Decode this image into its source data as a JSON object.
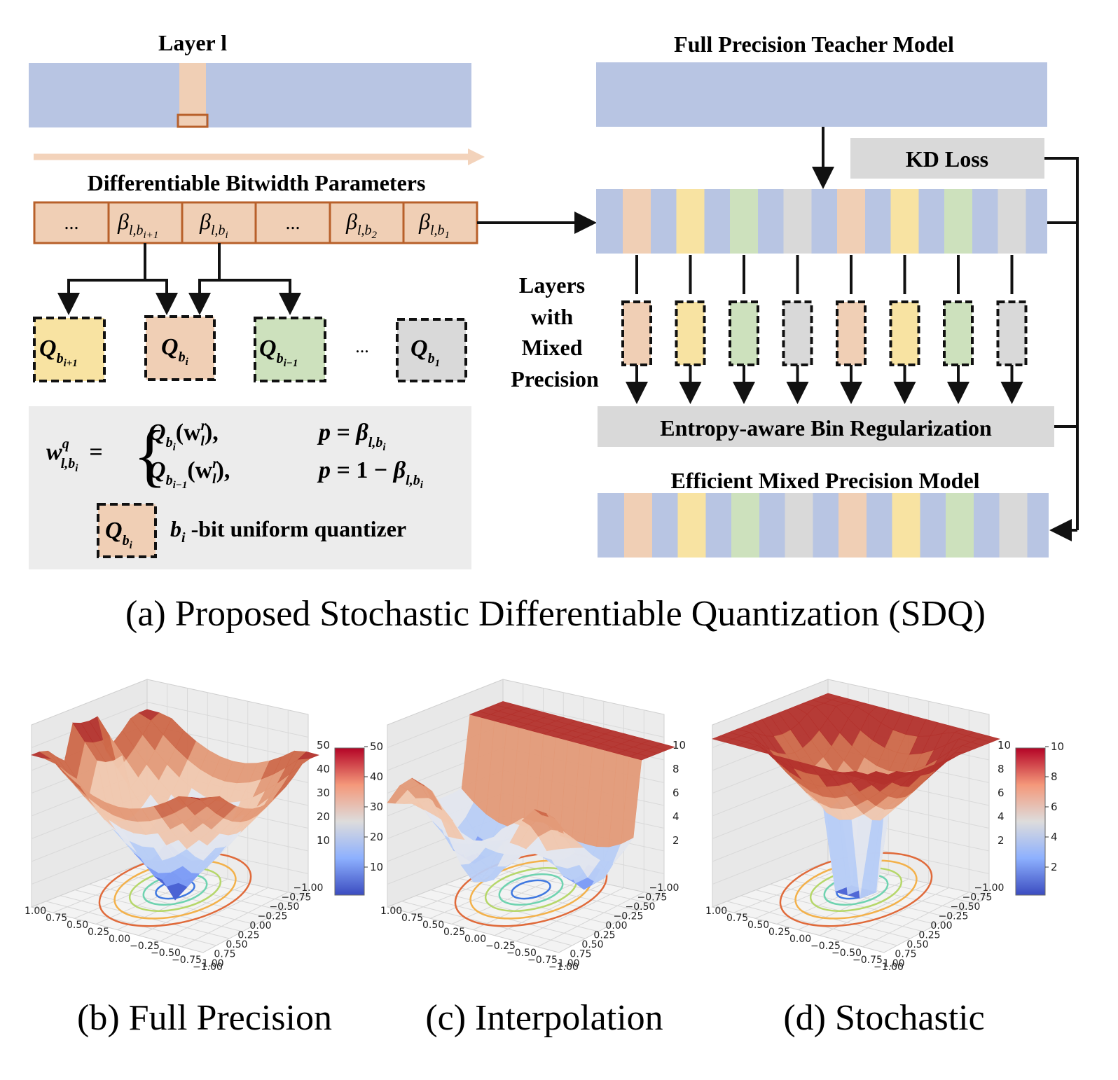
{
  "colors": {
    "blue": "#b8c5e3",
    "peach": "#f0cfb5",
    "yellow": "#f8e3a2",
    "green": "#cde1bd",
    "gray": "#d9d9d9",
    "orange_border": "#b8602a",
    "panel_bg": "#ececec",
    "surface_high": "#b3312c",
    "surface_low": "#4b63d4"
  },
  "panel_a": {
    "layer_title": "Layer l",
    "bitwidth_title": "Differentiable Bitwidth Parameters",
    "beta_cells": [
      "...",
      "β l,b i+1",
      "β l,b i",
      "...",
      "β l,b 2",
      "β l,b 1"
    ],
    "quantizers": [
      {
        "label": "Q b i+1",
        "color": "yellow"
      },
      {
        "label": "Q b i",
        "color": "peach"
      },
      {
        "label": "Q b i-1",
        "color": "green"
      },
      {
        "label": "...",
        "color": "none"
      },
      {
        "label": "Q b 1",
        "color": "gray"
      }
    ],
    "formula": {
      "lhs": "w q l,b i =",
      "case1": "Q b i (w r l),",
      "cond1": "p = β l,b i",
      "case2": "Q b i-1 (w r l),",
      "cond2": "p = 1 − β l,b i"
    },
    "legend_quantizer": "Q b i",
    "legend_text": "b i -bit uniform quantizer",
    "teacher_title": "Full Precision Teacher Model",
    "kd_loss": "KD Loss",
    "layers_label": [
      "Layers",
      "with",
      "Mixed",
      "Precision"
    ],
    "entropy_label": "Entropy-aware Bin Regularization",
    "efficient_title": "Efficient Mixed Precision Model",
    "layer_colors": [
      "peach",
      "yellow",
      "green",
      "gray",
      "peach",
      "yellow",
      "green",
      "gray"
    ],
    "caption": "(a) Proposed Stochastic Differentiable Quantization (SDQ)"
  },
  "plots": [
    {
      "caption": "(b) Full Precision",
      "z_ticks": [
        "10",
        "20",
        "30",
        "40",
        "50"
      ],
      "colorbar_ticks": [
        "10",
        "20",
        "30",
        "40",
        "50"
      ],
      "x_ticks": [
        "1.00",
        "0.75",
        "0.50",
        "0.25",
        "0.00",
        "−0.25",
        "−0.50",
        "−0.75",
        "−1.00"
      ],
      "y_ticks": [
        "−1.00",
        "−0.75",
        "−0.50",
        "−0.25",
        "0.00",
        "0.25",
        "0.50",
        "0.75",
        "1.00"
      ]
    },
    {
      "caption": "(c) Interpolation",
      "z_ticks": [
        "2",
        "4",
        "6",
        "8",
        "10"
      ],
      "colorbar_ticks": [],
      "x_ticks": [
        "1.00",
        "0.75",
        "0.50",
        "0.25",
        "0.00",
        "−0.25",
        "−0.50",
        "−0.75",
        "−1.00"
      ],
      "y_ticks": [
        "−1.00",
        "−0.75",
        "−0.50",
        "−0.25",
        "0.00",
        "0.25",
        "0.50",
        "0.75",
        "1.00"
      ]
    },
    {
      "caption": "(d) Stochastic",
      "z_ticks": [
        "2",
        "4",
        "6",
        "8",
        "10"
      ],
      "colorbar_ticks": [
        "2",
        "4",
        "6",
        "8",
        "10"
      ],
      "x_ticks": [
        "1.00",
        "0.75",
        "0.50",
        "0.25",
        "0.00",
        "−0.25",
        "−0.50",
        "−0.75",
        "−1.00"
      ],
      "y_ticks": [
        "−1.00",
        "−0.75",
        "−0.50",
        "−0.25",
        "0.00",
        "0.25",
        "0.50",
        "0.75",
        "1.00"
      ]
    }
  ]
}
